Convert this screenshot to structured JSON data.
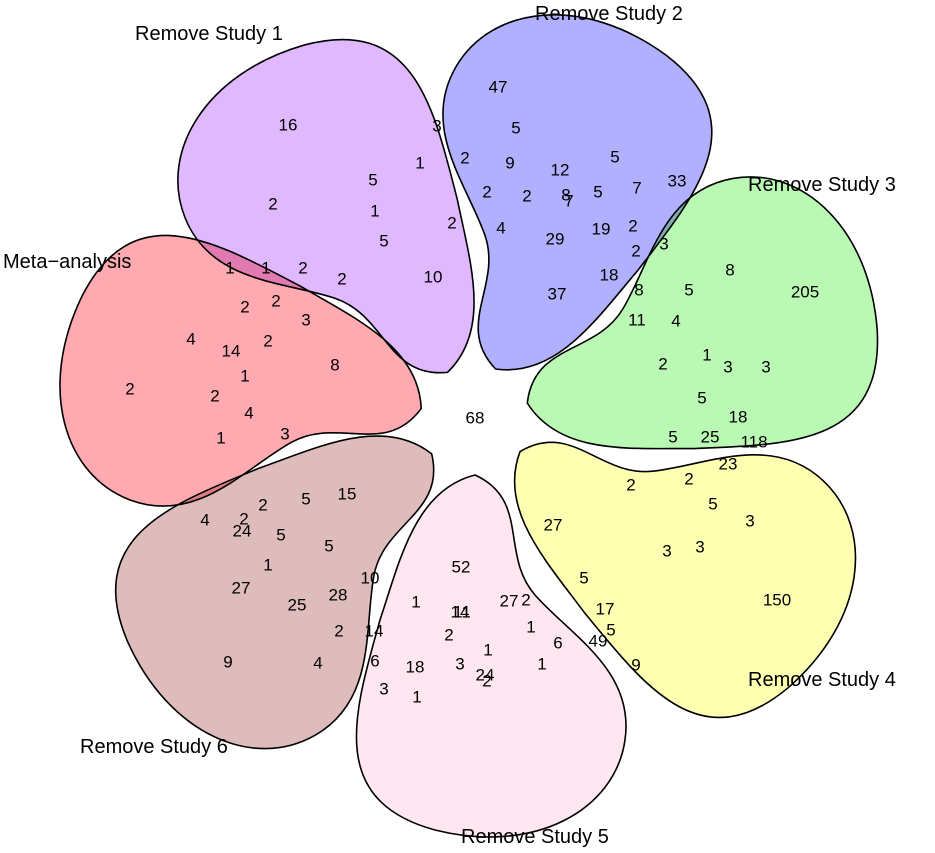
{
  "diagram": {
    "type": "7-set venn diagram",
    "sets": [
      {
        "key": "meta",
        "name": "Meta−analysis",
        "color": "#ff9aa2",
        "opacity": 0.85
      },
      {
        "key": "s1",
        "name": "Remove Study 1",
        "color": "#d8a6ff",
        "opacity": 0.8
      },
      {
        "key": "s2",
        "name": "Remove Study 2",
        "color": "#9c9cff",
        "opacity": 0.8
      },
      {
        "key": "s3",
        "name": "Remove Study 3",
        "color": "#a8f7a0",
        "opacity": 0.8
      },
      {
        "key": "s4",
        "name": "Remove Study 4",
        "color": "#ffff9e",
        "opacity": 0.8
      },
      {
        "key": "s5",
        "name": "Remove Study 5",
        "color": "#ffe0ec",
        "opacity": 0.8
      },
      {
        "key": "s6",
        "name": "Remove Study 6",
        "color": "#d9b0b0",
        "opacity": 0.85
      }
    ],
    "region_counts": [
      "16",
      "3",
      "47",
      "5",
      "1",
      "2",
      "9",
      "5",
      "5",
      "12",
      "1",
      "2",
      "2",
      "8",
      "5",
      "7",
      "33",
      "2",
      "2",
      "4",
      "7",
      "19",
      "2",
      "29",
      "5",
      "2",
      "3",
      "10",
      "18",
      "8",
      "205",
      "1",
      "1",
      "2",
      "2",
      "37",
      "8",
      "5",
      "2",
      "2",
      "3",
      "11",
      "4",
      "4",
      "14",
      "2",
      "8",
      "2",
      "1",
      "3",
      "3",
      "2",
      "1",
      "2",
      "4",
      "68",
      "5",
      "18",
      "1",
      "3",
      "5",
      "25",
      "118",
      "15",
      "23",
      "2",
      "2",
      "5",
      "2",
      "24",
      "3",
      "4",
      "2",
      "5",
      "27",
      "27",
      "5",
      "1",
      "3",
      "3",
      "5",
      "28",
      "10",
      "52",
      "5",
      "27",
      "25",
      "150",
      "5",
      "14",
      "2",
      "2",
      "17",
      "4",
      "1",
      "14",
      "11",
      "2",
      "1",
      "6",
      "3",
      "49",
      "2",
      "9",
      "6",
      "9",
      "18",
      "1",
      "1",
      "3",
      "1",
      "24"
    ]
  }
}
